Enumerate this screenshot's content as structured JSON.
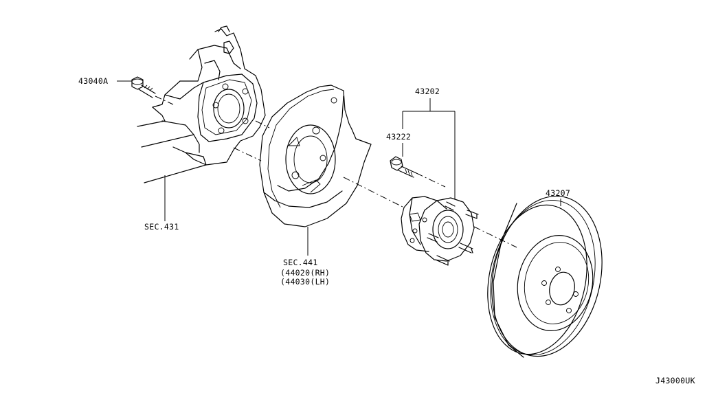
{
  "labels": {
    "bolt_43040a": "43040A",
    "knuckle_sec": "SEC.431",
    "plate_sec": "SEC.441",
    "plate_rh": "(44020(RH)",
    "plate_lh": "(44030(LH)",
    "hub_assembly": "43202",
    "hub_bolt": "43222",
    "rotor": "43207",
    "figure_code": "J43000UK"
  }
}
